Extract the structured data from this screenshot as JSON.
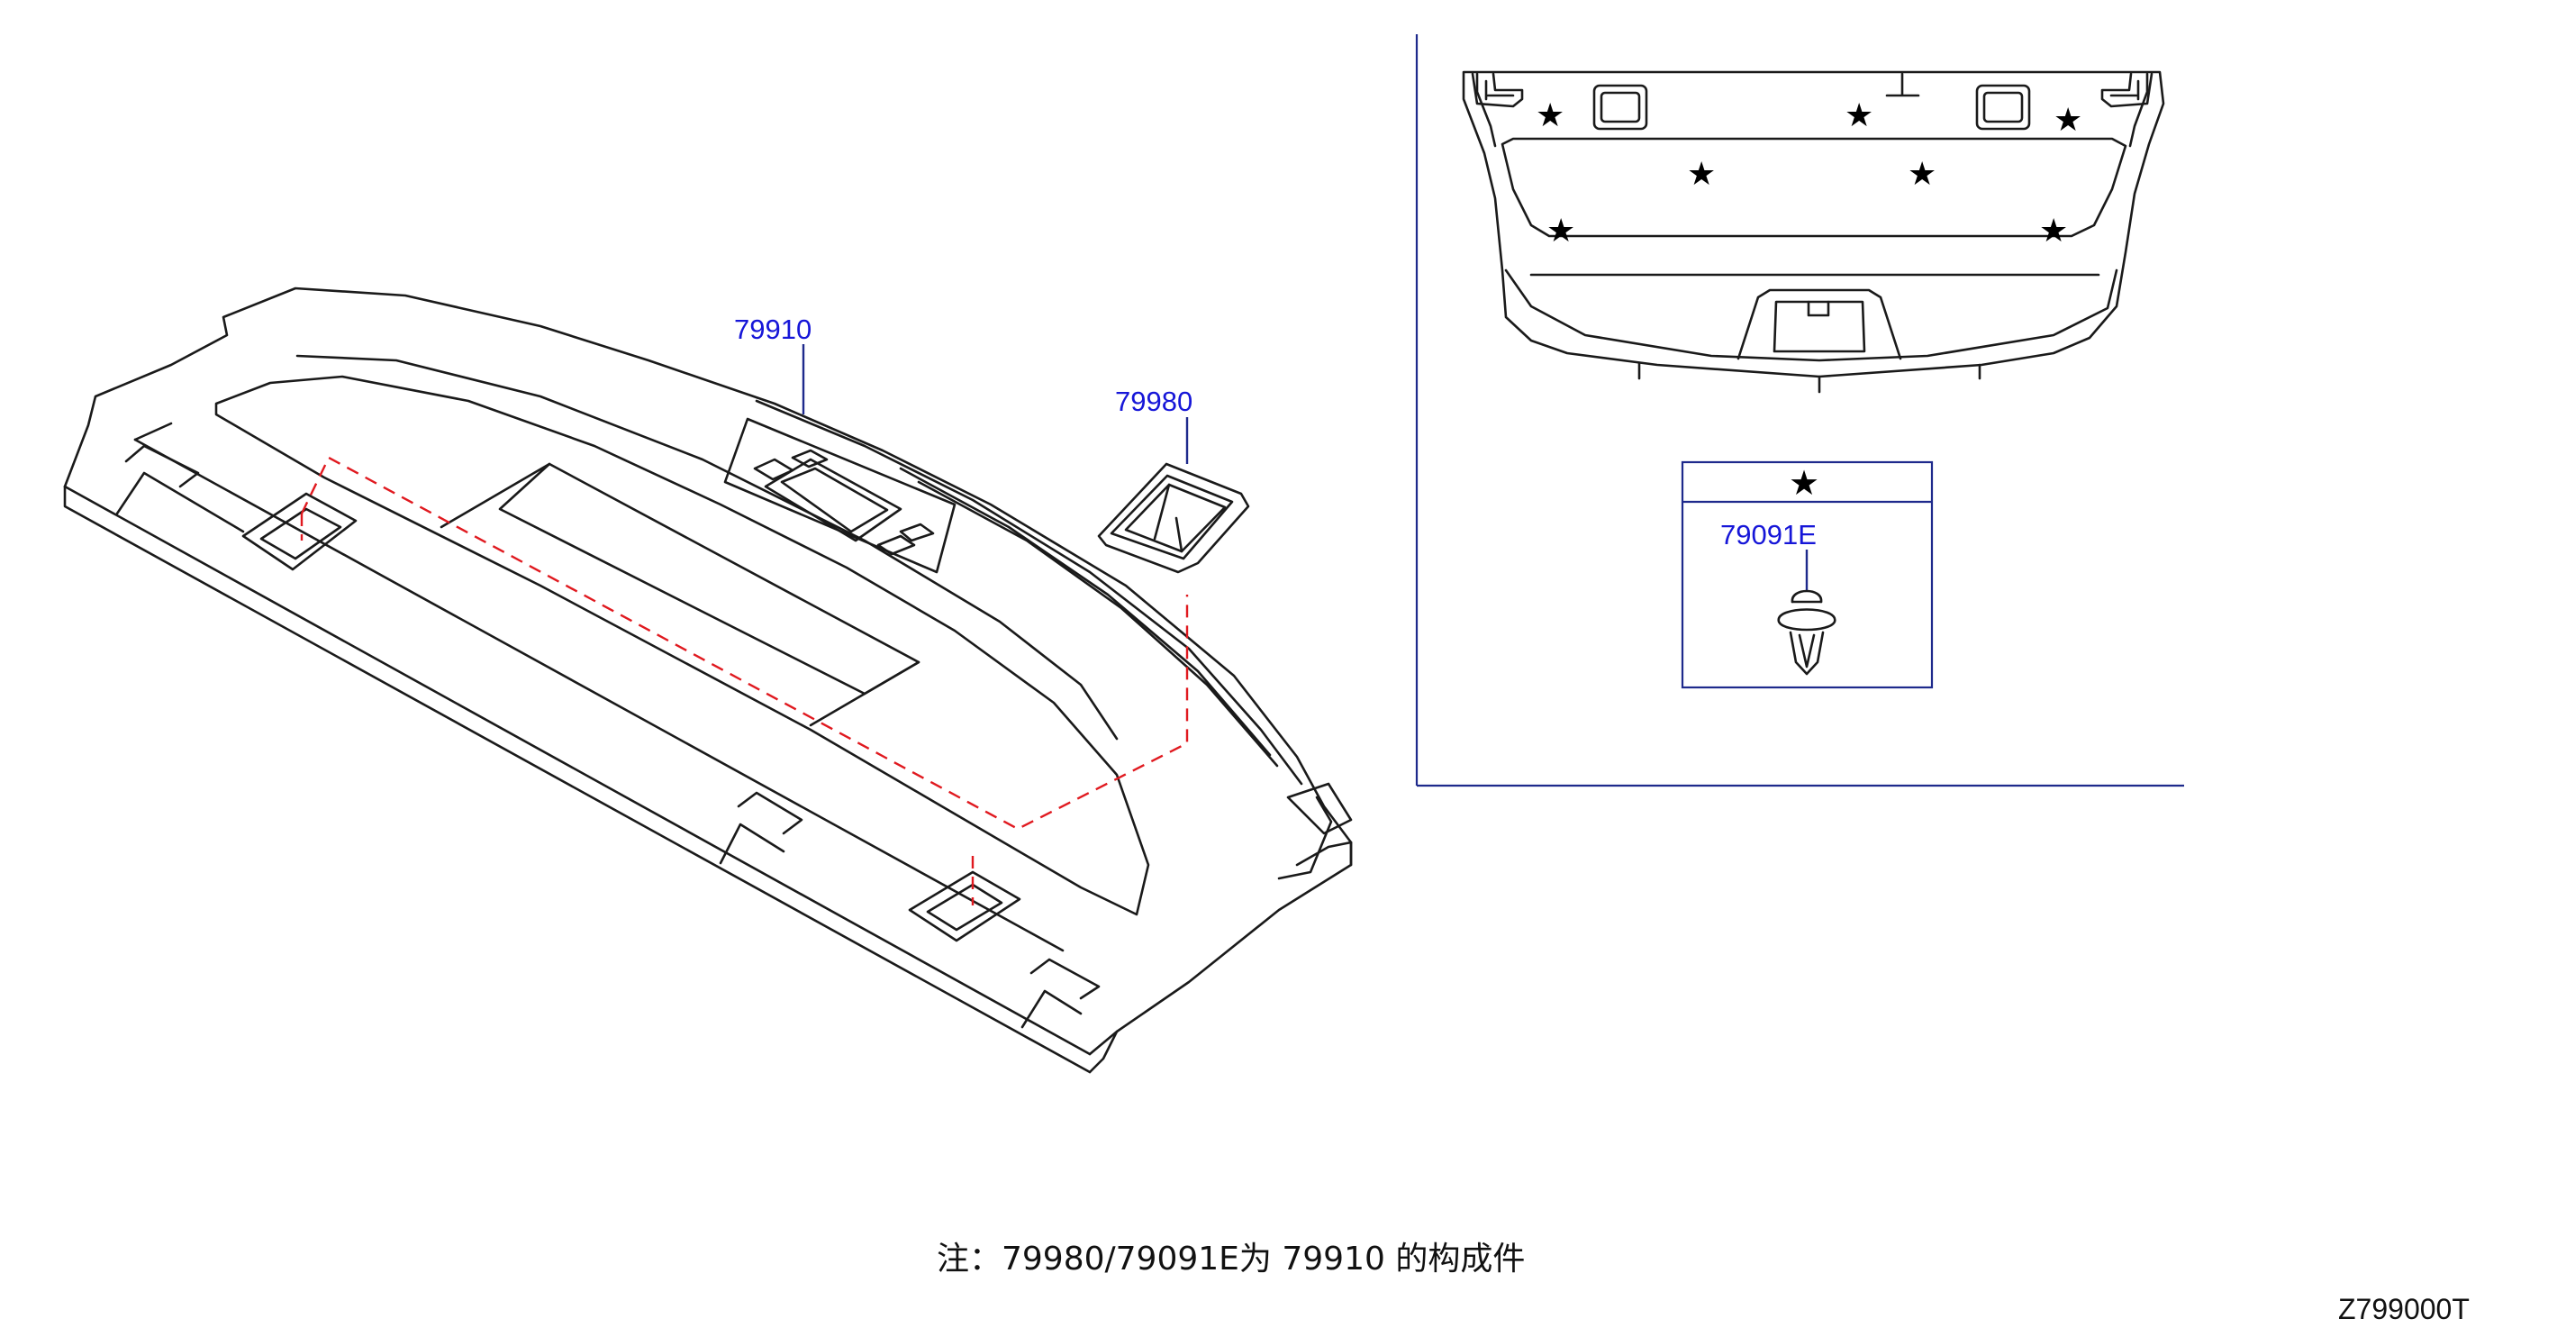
{
  "callouts": {
    "main_part": "79910",
    "bezel_part": "79980",
    "clip_part": "79091E"
  },
  "legend": {
    "symbol": "★"
  },
  "note": "注：79980/79091E为 79910  的构成件",
  "diagram_code": "Z799000T",
  "colors": {
    "callout_text": "#1616d8",
    "leader_line": "#1e2a8c",
    "hidden_line": "#e0191f",
    "part_outline": "#1a1a1a"
  }
}
